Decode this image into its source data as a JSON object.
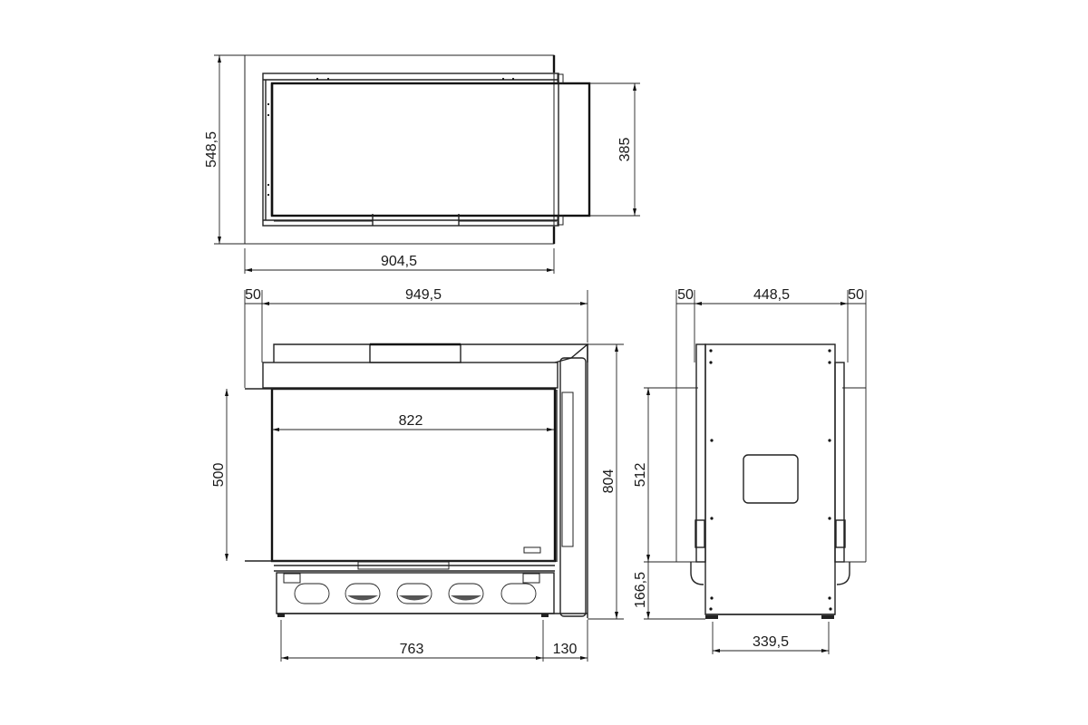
{
  "drawing": {
    "type": "orthographic technical drawing",
    "units": "mm",
    "views": {
      "top_view": {
        "dimensions": {
          "overall_depth": "548,5",
          "overall_width": "904,5",
          "glass_depth": "385"
        }
      },
      "front_view": {
        "dimensions": {
          "left_offset": "50",
          "top_width": "949,5",
          "opening_height": "500",
          "opening_width": "822",
          "overall_height": "804",
          "base_width": "763",
          "side_offset": "130"
        }
      },
      "side_view": {
        "dimensions": {
          "left_offset": "50",
          "body_width": "448,5",
          "right_offset": "50",
          "upper_height": "512",
          "lower_height": "166,5",
          "base_width": "339,5"
        }
      }
    }
  }
}
